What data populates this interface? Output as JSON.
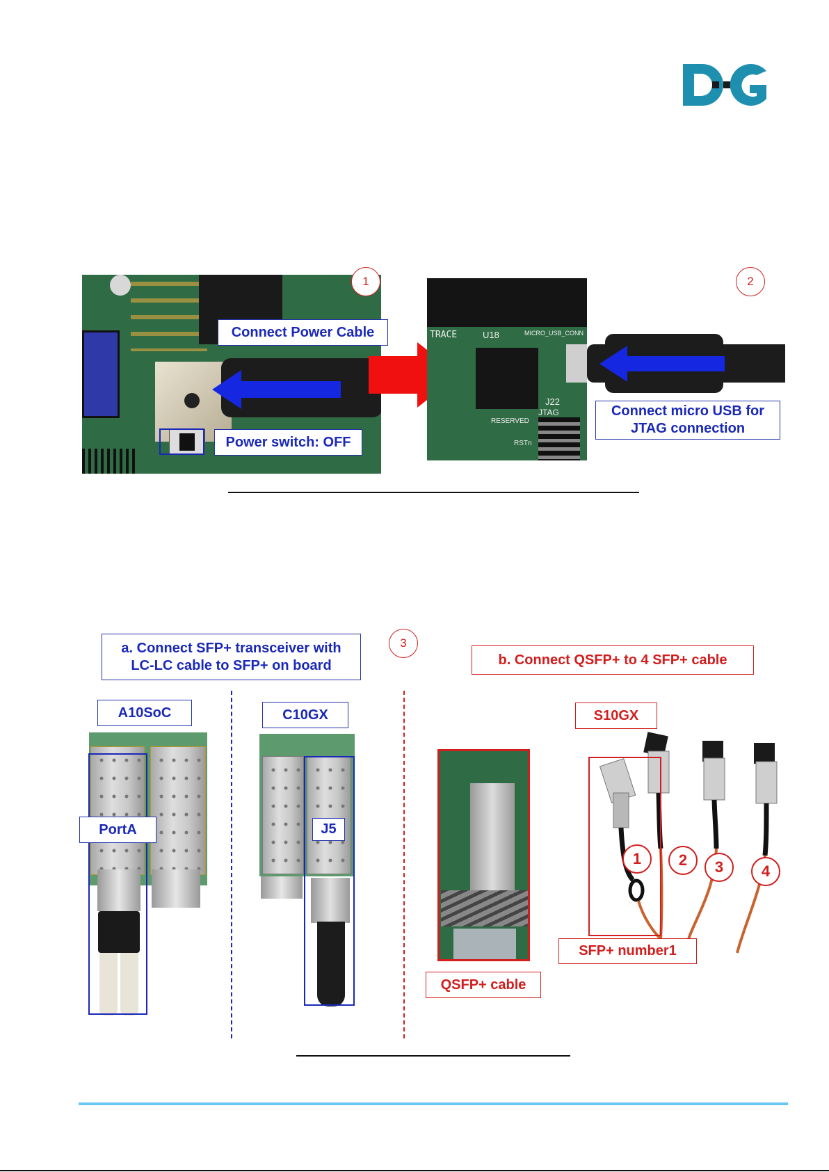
{
  "logo": {
    "text": "DG",
    "color_primary": "#1f8fb0",
    "color_dark": "#1a1a1a"
  },
  "figure1": {
    "step1_number": "1",
    "step2_number": "2",
    "power_cable_label": "Connect Power Cable",
    "power_switch_label": "Power switch: OFF",
    "usb_label_line1": "Connect micro USB for",
    "usb_label_line2": "JTAG connection",
    "board_silk": [
      "TRACE",
      "U18",
      "MICRO_USB_CONN",
      "J22",
      "JTAG",
      "RESERVED",
      "RSTn"
    ]
  },
  "figure2": {
    "step3_number": "3",
    "section_a_line1": "a. Connect SFP+ transceiver with",
    "section_a_line2": "LC-LC cable to SFP+ on board",
    "section_b": "b. Connect QSFP+ to 4 SFP+ cable",
    "board_a10soc": "A10SoC",
    "board_c10gx": "C10GX",
    "board_s10gx": "S10GX",
    "port_a": "PortA",
    "j5": "J5",
    "qsfp_cable": "QSFP+ cable",
    "sfp_number1": "SFP+ number1",
    "cable_numbers": [
      "1",
      "2",
      "3",
      "4"
    ]
  },
  "colors": {
    "accent_blue": "#1a28b8",
    "accent_red": "#d21e1e",
    "footer_line": "#6ac8f2"
  }
}
